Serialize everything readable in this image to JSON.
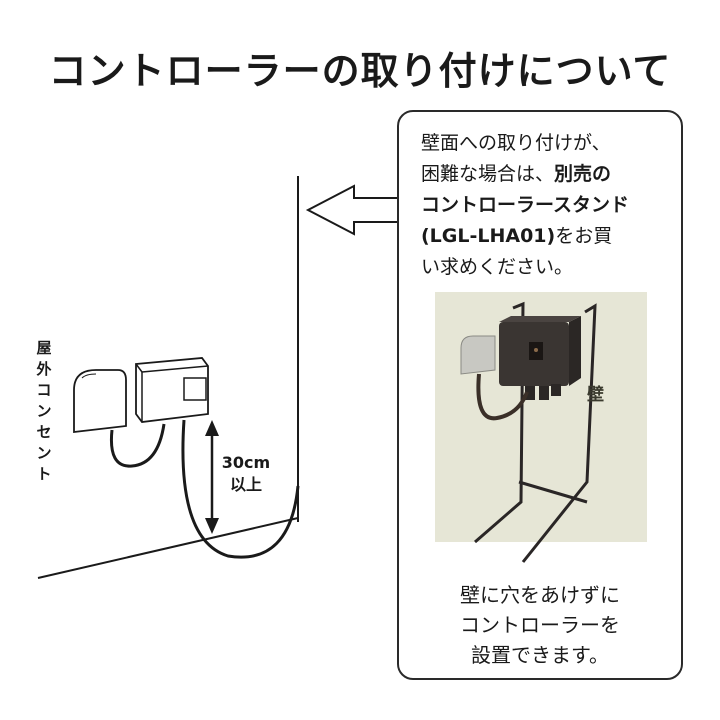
{
  "title": "コントローラーの取り付けについて",
  "outlet_label": [
    "屋",
    "外",
    "コ",
    "ン",
    "セ",
    "ン",
    "ト"
  ],
  "distance": {
    "line1": "30cm",
    "line2": "以上"
  },
  "callout": {
    "line1": "壁面への取り付けが、",
    "line2_prefix": "困難な場合は、",
    "line2_bold": "別売の",
    "line3_bold": "コントローラースタンド",
    "line4_bold": "(LGL-LHA01)",
    "line4_suffix": "をお買",
    "line5": "い求めください。",
    "wall_label": "壁",
    "bottom": [
      "壁に穴をあけずに",
      "コントローラーを",
      "設置できます。"
    ]
  },
  "colors": {
    "line": "#1a1a1a",
    "wall_photo": "#e6e6d6",
    "device": "#3a3532"
  }
}
